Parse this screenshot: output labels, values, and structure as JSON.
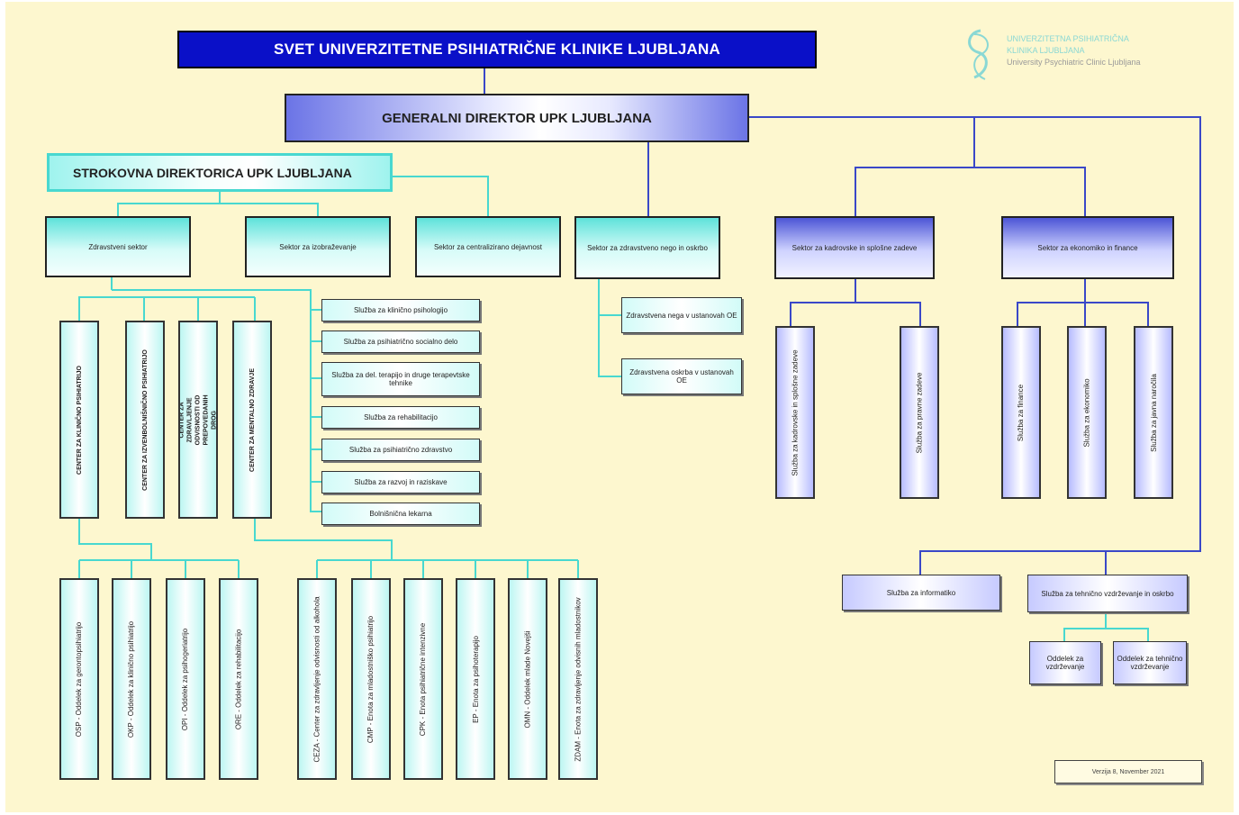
{
  "title": "SVET UNIVERZITETNE PSIHIATRIČNE KLINIKE LJUBLJANA",
  "general_director": "GENERALNI DIREKTOR UPK LJUBLJANA",
  "professional_director": "STROKOVNA DIREKTORICA UPK LJUBLJANA",
  "logo": {
    "line1": "UNIVERZITETNA PSIHIATRIČNA",
    "line2": "KLINIKA LJUBLJANA",
    "line3": "University Psychiatric Clinic Ljubljana"
  },
  "sectors": {
    "health": "Zdravstveni sektor",
    "education": "Sektor za izobraževanje",
    "forensic": "Sektor za centralizirano dejavnost",
    "nursing": "Sektor za zdravstveno nego in oskrbo",
    "hr": "Sektor za kadrovske in splošne zadeve",
    "economy": "Sektor za ekonomiko in finance"
  },
  "centers": [
    "CENTER ZA KLINIČNO PSIHIATRIJO",
    "CENTER ZA IZVENBOLNIŠNIČNO PSIHIATRIJO",
    "CENTER ZA ZDRAVLJENJE ODVISNOSTI OD PREPOVEDANIH DROG",
    "CENTER ZA MENTALNO ZDRAVJE"
  ],
  "services": [
    "Služba za klinično psihologijo",
    "Služba za psihiatrično socialno delo",
    "Služba za del. terapijo in druge terapevtske tehnike",
    "Služba za rehabilitacijo",
    "Služba za psihiatrično zdravstvo",
    "Služba za razvoj in raziskave",
    "Bolnišnična lekarna"
  ],
  "nursing_units": [
    "Zdravstvena nega v ustanovah OE",
    "Zdravstvena oskrba v ustanovah OE"
  ],
  "hr_units": [
    "Služba za kadrovske in splošne zadeve",
    "Služba za pravne zadeve"
  ],
  "economy_units": [
    "Služba za finance",
    "Služba za ekonomiko",
    "Služba za javna naročila"
  ],
  "clinic_units": [
    "OSP - Oddelek za gerontopsihiatrijo",
    "OKP - Oddelek za klinično psihiatrijo",
    "OPI - Oddelek za psihogeriatrijo",
    "ORE - Oddelek za rehabilitacijo"
  ],
  "mental_units": [
    "CEZA - Center za zdravljenje odvisnosti od alkohola",
    "CMP - Enota za mladostniško psihiatrijo",
    "CPK - Enota psihiatrične intenzivne",
    "EP - Enota za psihoterapijo",
    "OMN - Oddelek mlade Novejši",
    "ZDAM - Enota za zdravljenje odvisnih mladostnikov"
  ],
  "bottom_services": {
    "informatics": "Služba za informatiko",
    "maintenance": "Služba za tehnično vzdrževanje in oskrbo",
    "sub1": "Oddelek za vzdrževanje",
    "sub2": "Oddelek za tehnično vzdrževanje"
  },
  "version": "Verzija 8, November 2021",
  "colors": {
    "background": "#fdf7cf",
    "title_fill": "#0a10c8",
    "cyan_line": "#48d8d0",
    "blue_line": "#3a48c8"
  }
}
